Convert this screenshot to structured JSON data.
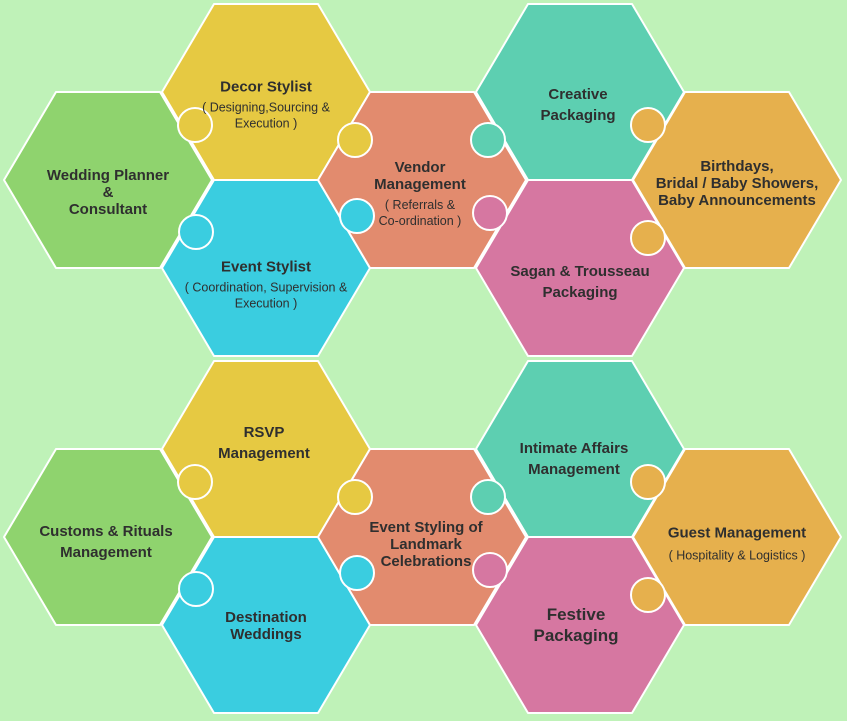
{
  "colors": {
    "background": "#bff2b8",
    "green": "#8fd36e",
    "yellow": "#e6c942",
    "salmon": "#e28b6e",
    "teal": "#5dcfb1",
    "orange": "#e6b04d",
    "cyan": "#3acde0",
    "pink": "#d677a1"
  },
  "diagram": {
    "top_cluster": {
      "wedding_planner": {
        "title_lines": [
          "Wedding Planner",
          "&",
          "Consultant"
        ],
        "subtitle_lines": [],
        "color": "green"
      },
      "decor_stylist": {
        "title_lines": [
          "Decor Stylist"
        ],
        "subtitle_lines": [
          "( Designing,Sourcing &",
          "Execution )"
        ],
        "color": "yellow"
      },
      "event_stylist": {
        "title_lines": [
          "Event Stylist"
        ],
        "subtitle_lines": [
          "( Coordination, Supervision &",
          "Execution )"
        ],
        "color": "cyan"
      },
      "vendor_management": {
        "title_lines": [
          "Vendor",
          "Management"
        ],
        "subtitle_lines": [
          "( Referrals &",
          "Co-ordination )"
        ],
        "color": "salmon"
      },
      "creative_packaging": {
        "title_lines": [
          "Creative",
          "Packaging"
        ],
        "subtitle_lines": [],
        "color": "teal"
      },
      "sagan_trousseau": {
        "title_lines": [
          "Sagan & Trousseau",
          "Packaging"
        ],
        "subtitle_lines": [],
        "color": "pink"
      },
      "birthdays": {
        "title_lines": [
          "Birthdays,",
          "Bridal / Baby Showers,",
          "Baby Announcements"
        ],
        "subtitle_lines": [],
        "color": "orange"
      }
    },
    "bottom_cluster": {
      "customs_rituals": {
        "title_lines": [
          "Customs & Rituals",
          "Management"
        ],
        "subtitle_lines": [],
        "color": "green"
      },
      "rsvp": {
        "title_lines": [
          "RSVP",
          "Management"
        ],
        "subtitle_lines": [],
        "color": "yellow"
      },
      "destination_weddings": {
        "title_lines": [
          "Destination",
          "Weddings"
        ],
        "subtitle_lines": [],
        "color": "cyan"
      },
      "event_styling_landmark": {
        "title_lines": [
          "Event Styling of",
          "Landmark",
          "Celebrations"
        ],
        "subtitle_lines": [],
        "color": "salmon"
      },
      "intimate_affairs": {
        "title_lines": [
          "Intimate Affairs",
          "Management"
        ],
        "subtitle_lines": [],
        "color": "teal"
      },
      "festive_packaging": {
        "title_lines": [
          "Festive",
          "Packaging"
        ],
        "subtitle_lines": [],
        "color": "pink"
      },
      "guest_management": {
        "title_lines": [
          "Guest Management"
        ],
        "subtitle_lines": [
          "( Hospitality & Logistics )"
        ],
        "color": "orange"
      }
    }
  }
}
